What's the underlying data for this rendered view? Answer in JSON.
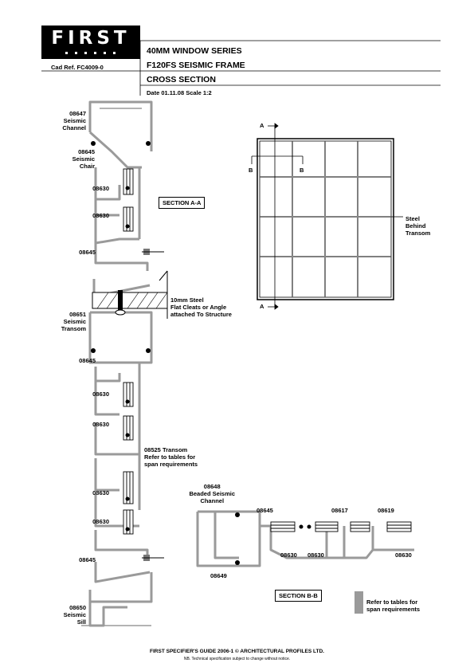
{
  "logo": {
    "wordmark": "FIRST"
  },
  "cad_ref": "Cad Ref.  FC4009-0",
  "title": {
    "series": "40MM WINDOW SERIES",
    "frame": "F120FS SEISMIC FRAME",
    "section": "CROSS SECTION",
    "date_scale": "Date  01.11.08     Scale  1:2"
  },
  "labels": {
    "seismic_channel": [
      "08647",
      "Seismic",
      "Channel"
    ],
    "seismic_chair": [
      "08645",
      "Seismic",
      "Chair"
    ],
    "l_08630_a": "08630",
    "l_08630_b": "08630",
    "l_08645_a": "08645",
    "seismic_transom": [
      "08651",
      "Seismic",
      "Transom"
    ],
    "l_08645_b": "08645",
    "l_08630_c": "08630",
    "l_08630_d": "08630",
    "l_08630_e": "08630",
    "l_08630_f": "08630",
    "l_08645_c": "08645",
    "seismic_sill": [
      "08650",
      "Seismic",
      "Sill"
    ],
    "cleat_note": [
      "10mm Steel",
      "Flat Cleats or Angle",
      "attached To Structure"
    ],
    "transom_note": [
      "08525 Transom",
      "Refer to tables for",
      "span requirements"
    ],
    "steel_behind": [
      "Steel",
      "Behind",
      "Transom"
    ],
    "beaded_channel": [
      "08648",
      "Beaded Seismic",
      "Channel"
    ],
    "b_08645": "08645",
    "b_08617": "08617",
    "b_08619": "08619",
    "b_08630_a": "08630",
    "b_08630_b": "08630",
    "b_08630_c": "08630",
    "b_08649": "08649",
    "span_note": [
      "Refer to tables for",
      "span requirements"
    ],
    "a_top": "A",
    "a_bottom": "A",
    "b_left": "B",
    "b_right": "B"
  },
  "section_aa": "SECTION A-A",
  "section_bb": "SECTION B-B",
  "footer": {
    "line1": "FIRST SPECIFIER'S GUIDE 2006-1 © ARCHITECTURAL PROFILES LTD.",
    "line2": "NB. Technical specification subject to change without notice."
  },
  "colors": {
    "ink": "#000000",
    "profile_grey": "#9a9a9a",
    "fill_grey": "#d6d6d6"
  }
}
